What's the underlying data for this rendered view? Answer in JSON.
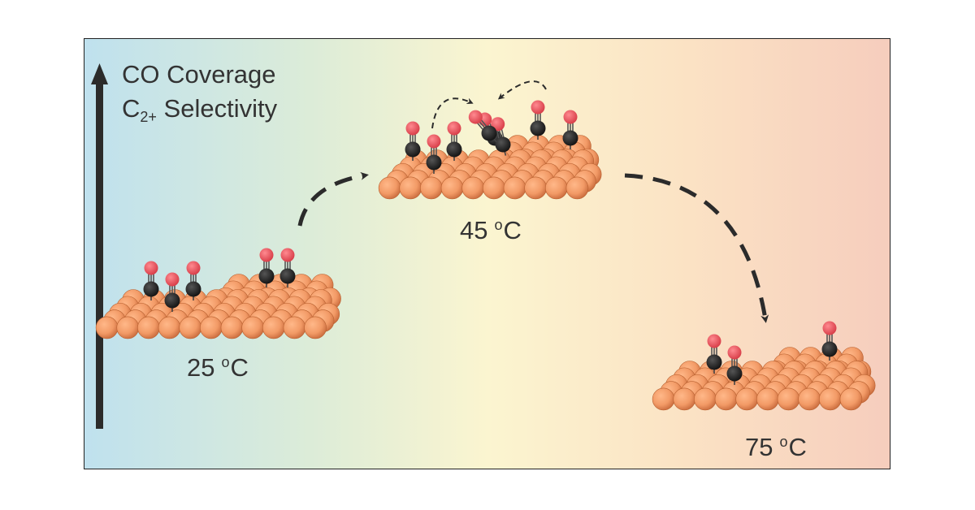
{
  "figure": {
    "axis_title_line1": "CO Coverage",
    "axis_title_line2_main": "C",
    "axis_title_line2_sub": "2+",
    "axis_title_line2_rest": " Selectivity",
    "temperatures": [
      {
        "value": "25",
        "deg": "o",
        "unit": "C"
      },
      {
        "value": "45",
        "deg": "o",
        "unit": "C"
      },
      {
        "value": "75",
        "deg": "o",
        "unit": "C"
      }
    ]
  },
  "colors": {
    "bg_left": "#bfe1ee",
    "bg_mid": "#fbf5d0",
    "bg_right": "#f6cdbd",
    "copper": "#f29a66",
    "copper_shadow": "#c86a3c",
    "carbon": "#1f1f1f",
    "oxygen": "#e8505a",
    "arrow": "#2b2b2b"
  }
}
